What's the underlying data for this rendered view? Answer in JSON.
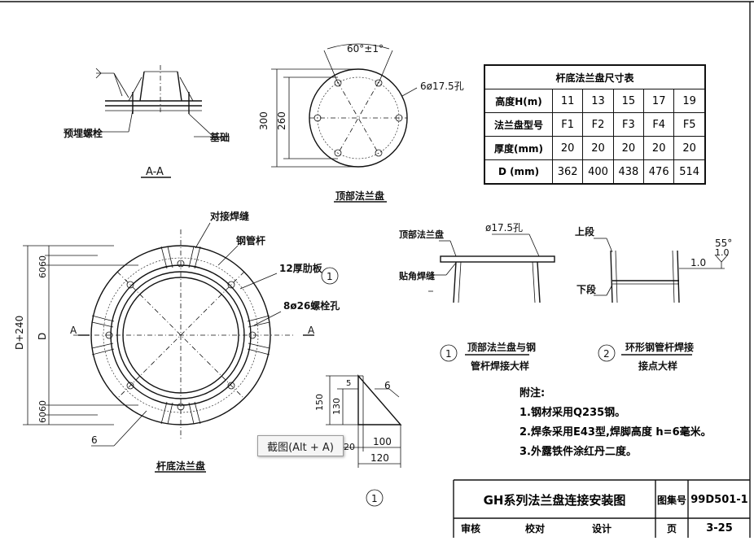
{
  "section_aa": {
    "label": "A-A",
    "bolt_label": "预埋螺栓",
    "base_label": "基础"
  },
  "top_flange": {
    "label": "顶部法兰盘",
    "angle": "60°±1°",
    "holes": "6ø17.5孔",
    "dim_outer": "300",
    "dim_inner": "260"
  },
  "bottom_flange": {
    "label": "杆底法兰盘",
    "weld": "对接焊缝",
    "pipe": "钢管杆",
    "rib": "12厚肋板",
    "bolt_holes": "8ø26螺栓孔",
    "callout": "1",
    "dim_total": "D+240",
    "dim_d": "D",
    "dim_6060_top": "6060",
    "dim_6060_bottom": "6060",
    "cut_left": "A",
    "cut_right": "A",
    "weld_size": "6"
  },
  "rib_detail": {
    "weld_size": "6",
    "h1": "150",
    "h2": "130",
    "w1": "20",
    "w2": "100",
    "w3": "120",
    "t": "5",
    "callout": "1"
  },
  "dimension_table": {
    "title": "杆底法兰盘尺寸表",
    "rows": [
      {
        "label": "高度H(m)",
        "values": [
          "11",
          "13",
          "15",
          "17",
          "19"
        ]
      },
      {
        "label": "法兰盘型号",
        "values": [
          "F1",
          "F2",
          "F3",
          "F4",
          "F5"
        ]
      },
      {
        "label": "厚度(mm)",
        "values": [
          "20",
          "20",
          "20",
          "20",
          "20"
        ]
      },
      {
        "label": "D (mm)",
        "values": [
          "362",
          "400",
          "438",
          "476",
          "514"
        ]
      }
    ]
  },
  "detail1": {
    "top_label": "顶部法兰盘",
    "hole": "ø17.5孔",
    "fillet": "贴角焊缝",
    "num": "1",
    "title1": "顶部法兰盘与钢",
    "title2": "管杆焊接大样"
  },
  "detail2": {
    "upper": "上段",
    "lower": "下段",
    "angle": "55°",
    "gap": "1.0",
    "gap2": "1.0",
    "num": "2",
    "title1": "环形钢管杆焊接",
    "title2": "接点大样"
  },
  "notes": {
    "title": "附注:",
    "items": [
      "1.钢材采用Q235钢。",
      "2.焊条采用E43型,焊脚高度 h=6毫米。",
      "3.外露铁件涂红丹二度。"
    ]
  },
  "title_block": {
    "title": "GH系列法兰盘连接安装图",
    "atlas_label": "图集号",
    "atlas_no": "99D501-1",
    "review_label": "审核",
    "check_label": "校对",
    "design_label": "设计",
    "page_label": "页",
    "page_no": "3-25"
  },
  "tooltip": {
    "text": "截图(Alt + A)"
  }
}
